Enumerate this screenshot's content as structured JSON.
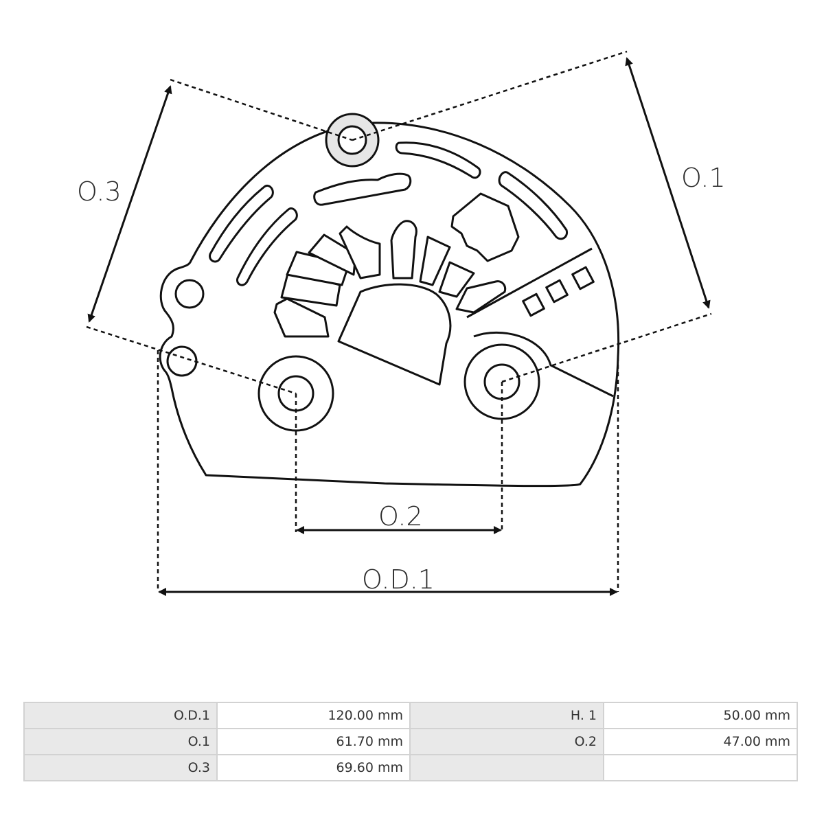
{
  "diagram": {
    "labels": {
      "od1": "O.D.1",
      "o1": "O.1",
      "o2": "O.2",
      "o3": "O.3"
    }
  },
  "specs": {
    "rows": [
      {
        "label_a": "O.D.1",
        "value_a": "120.00 mm",
        "label_b": "H. 1",
        "value_b": "50.00 mm"
      },
      {
        "label_a": "O.1",
        "value_a": "61.70 mm",
        "label_b": "O.2",
        "value_b": "47.00 mm"
      },
      {
        "label_a": "O.3",
        "value_a": "69.60 mm",
        "label_b": "",
        "value_b": ""
      }
    ]
  }
}
